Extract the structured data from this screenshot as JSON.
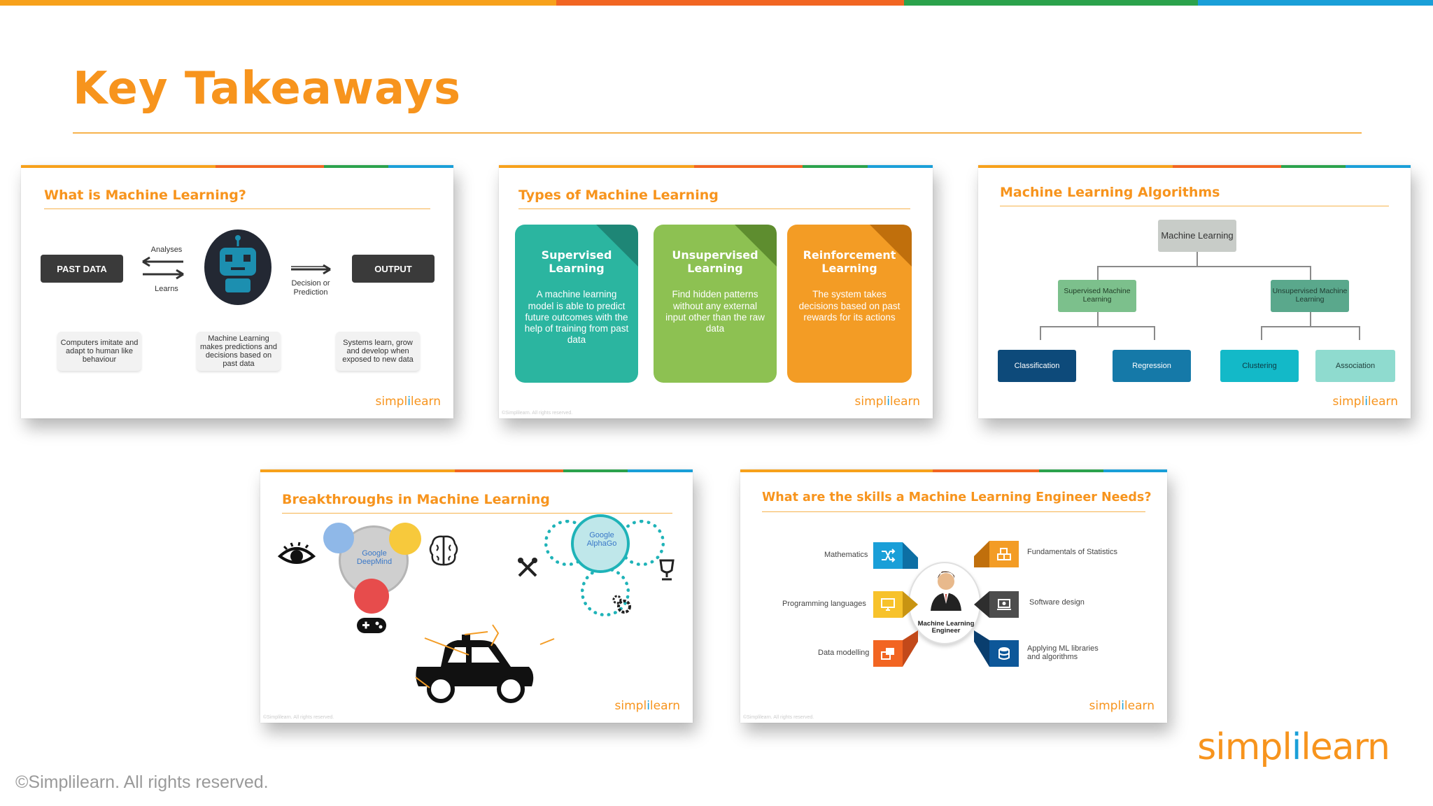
{
  "colors": {
    "orange": "#f7941d",
    "orange_red": "#f26522",
    "green": "#2ba24c",
    "blue": "#1a9fd8"
  },
  "page": {
    "title": "Key Takeaways"
  },
  "cards": {
    "what_is_ml": {
      "title": "What is Machine Learning?",
      "past_data": "PAST DATA",
      "analyses": "Analyses",
      "learns": "Learns",
      "decision": "Decision or Prediction",
      "output": "OUTPUT",
      "captions": [
        "Computers imitate and adapt to human like behaviour",
        "Machine Learning makes predictions and decisions based on past data",
        "Systems learn, grow and develop when exposed to new data"
      ],
      "icon": "robot-icon"
    },
    "types": {
      "title": "Types of Machine Learning",
      "boxes": [
        {
          "name": "Supervised Learning",
          "text": "A machine learning model is able to predict future outcomes with the help of training from past data",
          "color": "#2bb5a0",
          "fold": "#1e8676"
        },
        {
          "name": "Unsupervised Learning",
          "text": "Find hidden patterns without any external input other than the raw data",
          "color": "#8dc152",
          "fold": "#5e8d2f"
        },
        {
          "name": "Reinforcement Learning",
          "text": "The system takes decisions based on past rewards for its actions",
          "color": "#f39c25",
          "fold": "#c06f0c"
        }
      ]
    },
    "algorithms": {
      "title": "Machine Learning Algorithms",
      "root": "Machine Learning",
      "supervised": "Supervised Machine Learning",
      "unsupervised": "Unsupervised Machine Learning",
      "leaves": [
        "Classification",
        "Regression",
        "Clustering",
        "Association"
      ]
    },
    "breakthroughs": {
      "title": "Breakthroughs in Machine Learning",
      "deepmind": "Google DeepMind",
      "alphago": "Google AlphaGo",
      "icons": [
        "eye-icon",
        "brain-icon",
        "gamepad-icon",
        "tools-icon",
        "trophy-icon",
        "gears-icon",
        "car-icon"
      ]
    },
    "skills": {
      "title": "What are the skills a Machine Learning Engineer Needs?",
      "center": "Machine Learning Engineer",
      "left": [
        "Mathematics",
        "Programming languages",
        "Data modelling"
      ],
      "right": [
        "Fundamentals of Statistics",
        "Software design",
        "Applying ML libraries and algorithms"
      ]
    }
  },
  "logo": {
    "part1": "simpl",
    "part2": "i",
    "part3": "learn"
  },
  "footer": {
    "copyright": "©Simplilearn. All rights reserved."
  }
}
